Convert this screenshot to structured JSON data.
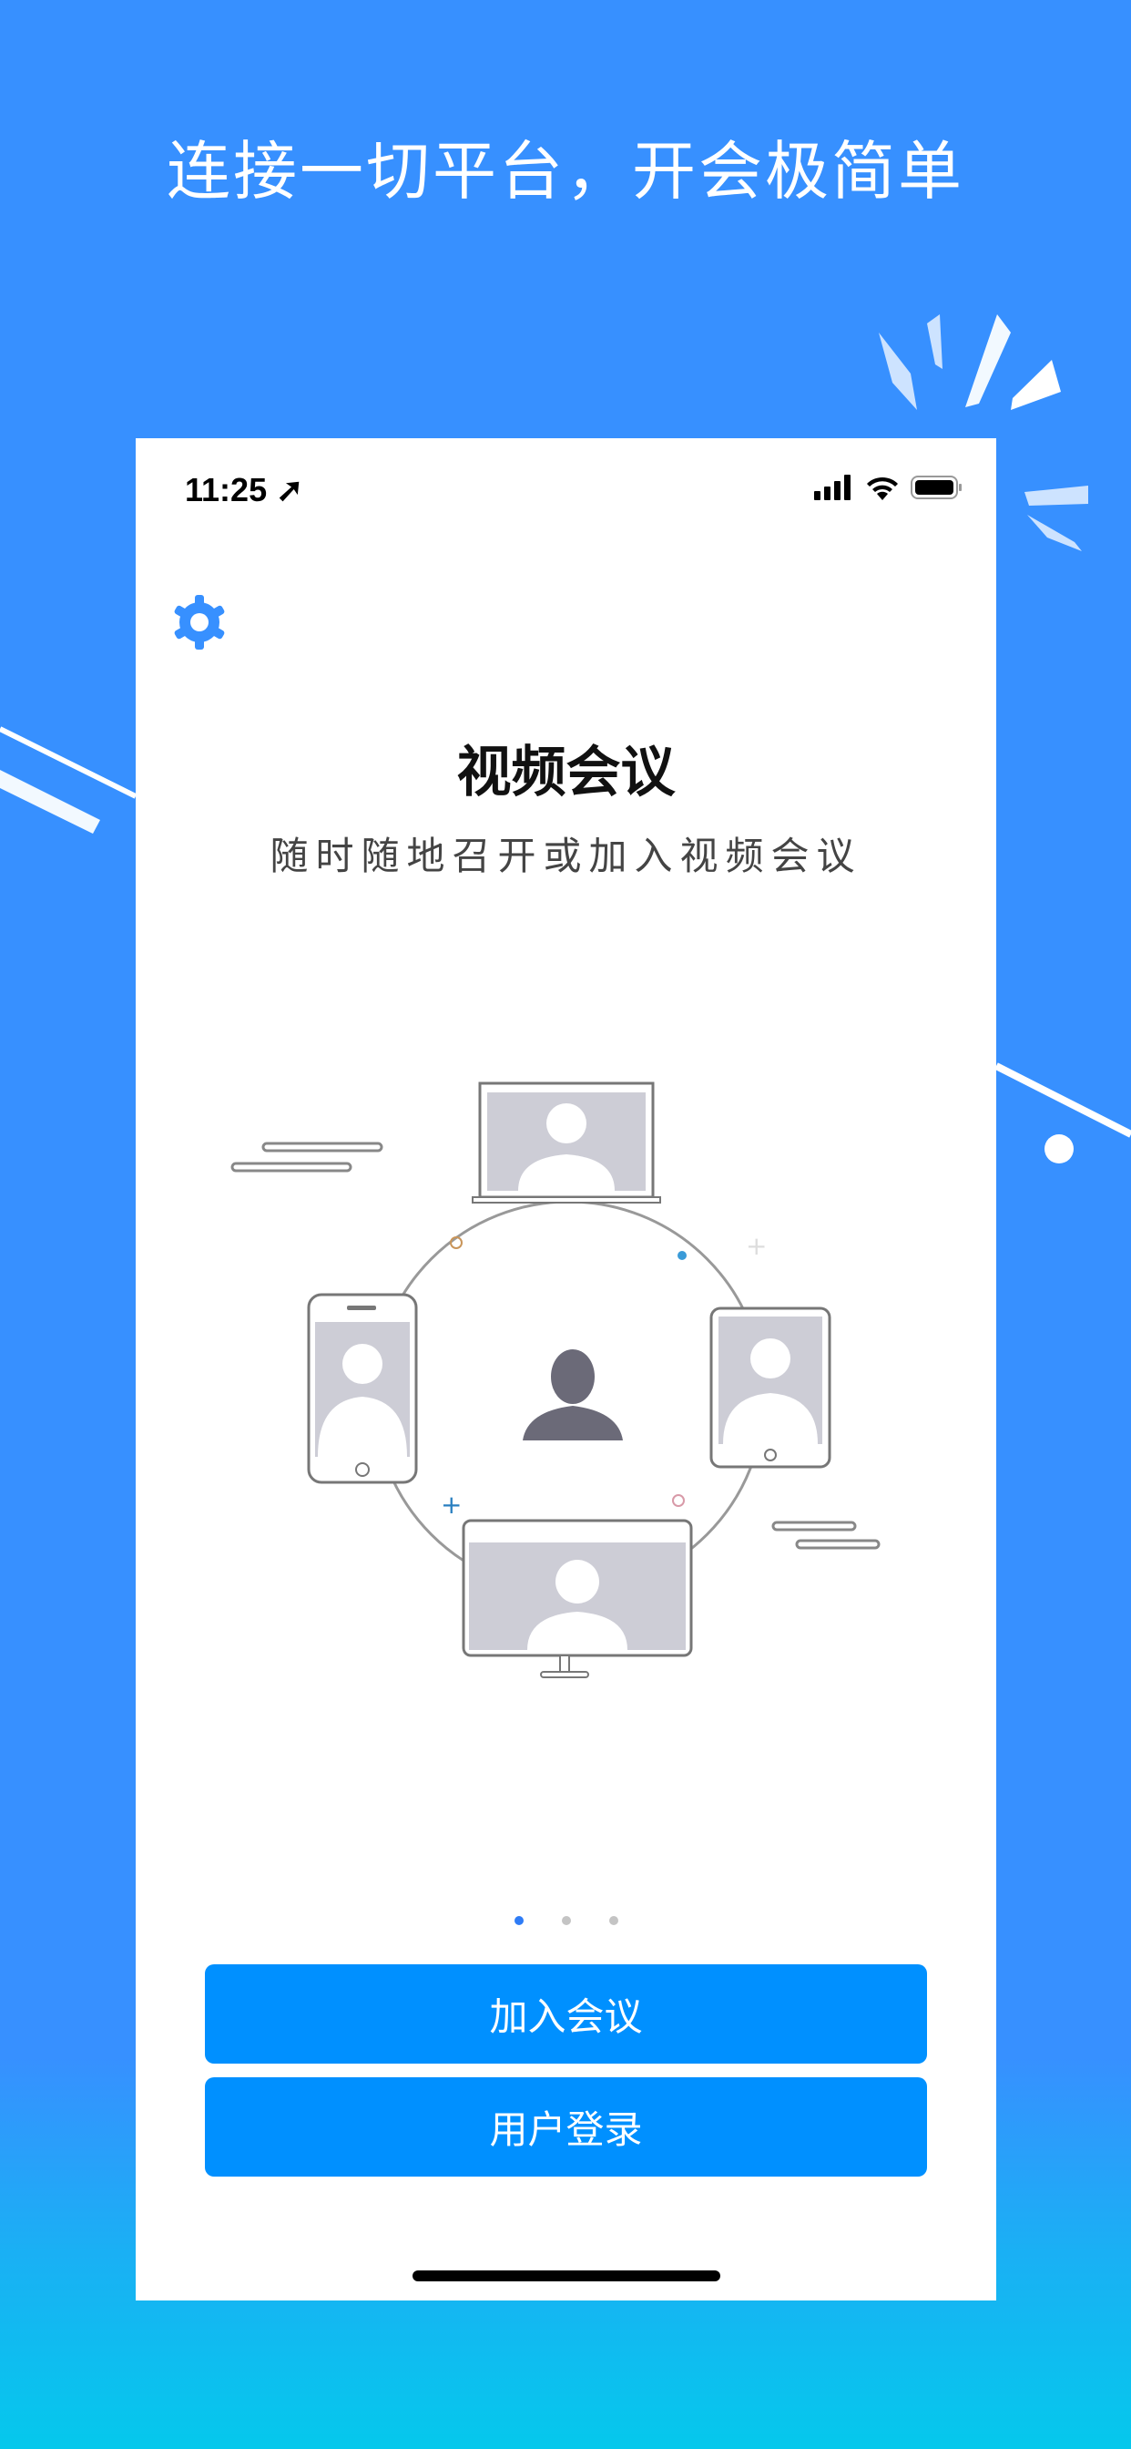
{
  "headline": "连接一切平台，开会极简单",
  "status_bar": {
    "time": "11:25"
  },
  "screen": {
    "title": "视频会议",
    "subtitle": "随时随地召开或加入视频会议",
    "page_indicator": {
      "total": 3,
      "current": 1
    },
    "buttons": {
      "join": "加入会议",
      "login": "用户登录"
    }
  },
  "colors": {
    "background": "#3790ff",
    "button": "#0090ff",
    "gear": "#3790ff"
  }
}
